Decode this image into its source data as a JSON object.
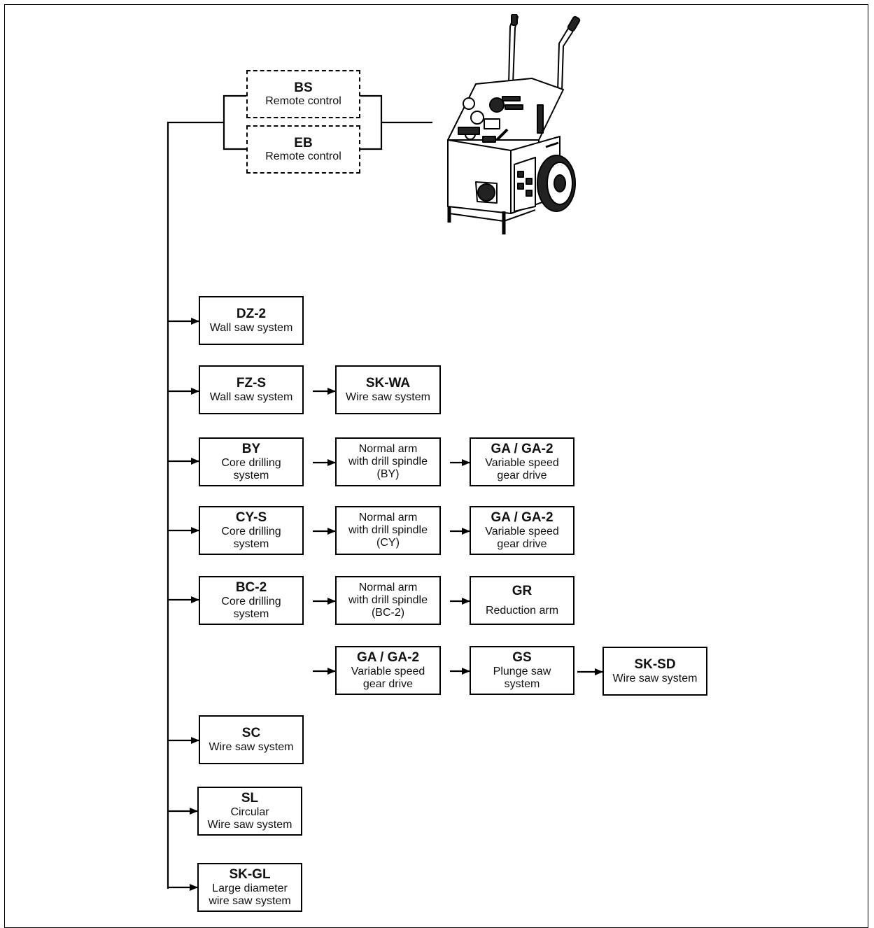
{
  "remote_controls": [
    {
      "code": "BS",
      "desc": [
        "Remote control"
      ]
    },
    {
      "code": "EB",
      "desc": [
        "Remote control"
      ]
    }
  ],
  "systems": {
    "dz2": {
      "code": "DZ-2",
      "desc": [
        "Wall saw system"
      ]
    },
    "fzs": {
      "code": "FZ-S",
      "desc": [
        "Wall saw system"
      ]
    },
    "skwa": {
      "code": "SK-WA",
      "desc": [
        "Wire saw system"
      ]
    },
    "by": {
      "code": "BY",
      "desc": [
        "Core drilling",
        "system"
      ]
    },
    "by_arm": {
      "code": "",
      "desc": [
        "Normal arm",
        "with drill spindle",
        "(BY)"
      ]
    },
    "by_ga": {
      "code": "GA / GA-2",
      "desc": [
        "Variable speed",
        "gear drive"
      ]
    },
    "cys": {
      "code": "CY-S",
      "desc": [
        "Core drilling",
        "system"
      ]
    },
    "cy_arm": {
      "code": "",
      "desc": [
        "Normal arm",
        "with drill spindle",
        "(CY)"
      ]
    },
    "cy_ga": {
      "code": "GA / GA-2",
      "desc": [
        "Variable speed",
        "gear drive"
      ]
    },
    "bc2": {
      "code": "BC-2",
      "desc": [
        "Core drilling",
        "system"
      ]
    },
    "bc_arm": {
      "code": "",
      "desc": [
        "Normal arm",
        "with drill spindle",
        "(BC-2)"
      ]
    },
    "gr": {
      "code": "GR",
      "desc": [
        "Reduction arm"
      ]
    },
    "ga2": {
      "code": "GA / GA-2",
      "desc": [
        "Variable speed",
        "gear drive"
      ]
    },
    "gs": {
      "code": "GS",
      "desc": [
        "Plunge saw",
        "system"
      ]
    },
    "sksd": {
      "code": "SK-SD",
      "desc": [
        "Wire saw system"
      ]
    },
    "sc": {
      "code": "SC",
      "desc": [
        "Wire saw system"
      ]
    },
    "sl": {
      "code": "SL",
      "desc": [
        "Circular",
        "Wire saw system"
      ]
    },
    "skgl": {
      "code": "SK-GL",
      "desc": [
        "Large diameter",
        "wire saw system"
      ]
    }
  },
  "icons": {
    "device": "hydraulic-power-pack-on-trolley-icon",
    "arrow": "arrow-right-icon"
  },
  "colors": {
    "line": "#000000",
    "background": "#ffffff"
  }
}
